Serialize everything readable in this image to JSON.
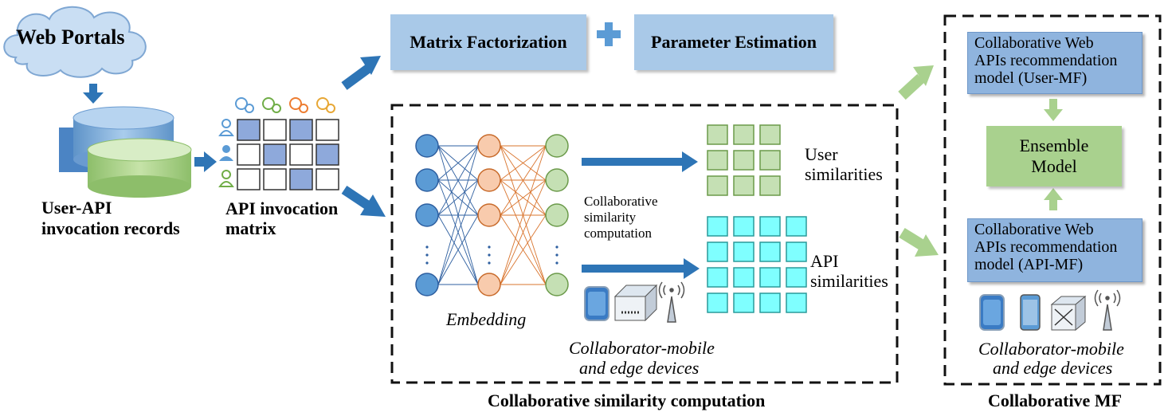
{
  "sources": {
    "web_portals": "Web Portals",
    "records_label_1": "User-API",
    "records_label_2": "invocation records",
    "matrix_label_1": "API invocation",
    "matrix_label_2": "matrix"
  },
  "top": {
    "matrix_factorization": "Matrix Factorization",
    "parameter_estimation": "Parameter Estimation"
  },
  "similarity": {
    "embedding": "Embedding",
    "collab_1": "Collaborative",
    "collab_2": "similarity",
    "collab_3": "computation",
    "user_sim_1": "User",
    "user_sim_2": "similarities",
    "api_sim_1": "API",
    "api_sim_2": "similarities",
    "devices_1": "Collaborator-mobile",
    "devices_2": "and edge devices",
    "section_title": "Collaborative similarity computation"
  },
  "mf": {
    "user_mf_1": "Collaborative Web",
    "user_mf_2": "APIs recommendation",
    "user_mf_3": "model (User-MF)",
    "ensemble_1": "Ensemble",
    "ensemble_2": "Model",
    "api_mf_1": "Collaborative Web",
    "api_mf_2": "APIs recommendation",
    "api_mf_3": "model (API-MF)",
    "devices_1": "Collaborator-mobile",
    "devices_2": "and edge devices",
    "section_title": "Collaborative MF"
  },
  "colors": {
    "blue_arrow": "#2e75b6",
    "green_arrow": "#a9d18e",
    "node_blue": "#5b9bd5",
    "node_orange": "#f8cbad",
    "node_green": "#c5e0b4",
    "cell_green": "#c5e0b4",
    "cell_cyan": "#7fffff",
    "matrix_fill": "#8ea9db"
  },
  "icons": [
    "cloud-icon",
    "database-icon",
    "user-icon",
    "gear-icon",
    "phone-icon",
    "router-icon",
    "antenna-icon",
    "switch-icon"
  ]
}
